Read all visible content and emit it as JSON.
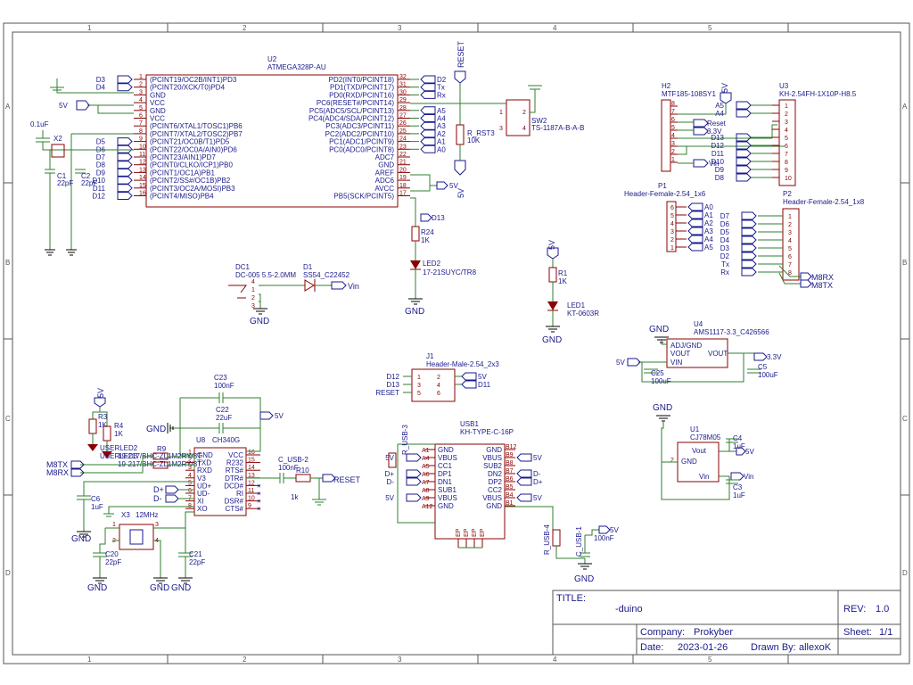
{
  "frame": {
    "cols": [
      "1",
      "2",
      "3",
      "4",
      "5"
    ],
    "rows": [
      "A",
      "B",
      "C",
      "D"
    ]
  },
  "u2": {
    "ref": "U2",
    "part": "ATMEGA328P-AU",
    "left_pins": [
      "(PCINT19/OC2B/INT1)PD3",
      "(PCINT20/XCK/T0)PD4",
      "GND",
      "VCC",
      "GND",
      "VCC",
      "(PCINT6/XTAL1/TOSC1)PB6",
      "(PCINT7/XTAL2/TOSC2)PB7",
      "(PCINT21/OC0B/T1)PD5",
      "(PCINT22/OC0A/AIN0)PD6",
      "(PCINT23/AIN1)PD7",
      "(PCINT0/CLKO/ICP1)PB0",
      "(PCINT1/OC1A)PB1",
      "(PCINT2/SS#/OC1B)PB2",
      "(PCINT3/OC2A/MOSI)PB3",
      "(PCINT4/MISO)PB4"
    ],
    "left_nums": [
      "1",
      "2",
      "3",
      "4",
      "5",
      "6",
      "7",
      "8",
      "9",
      "10",
      "11",
      "12",
      "13",
      "14",
      "15",
      "16"
    ],
    "left_nets": [
      "D3",
      "D4",
      "",
      "",
      "",
      "",
      "",
      "",
      "D5",
      "D6",
      "D7",
      "D8",
      "D9",
      "D10",
      "D11",
      "D12"
    ],
    "right_pins": [
      "PD2(INT0/PCINT18)",
      "PD1(TXD/PCINT17)",
      "PD0(RXD/PCINT16)",
      "PC6(RESET#/PCINT14)",
      "PC5(ADC5/SCL/PCINT13)",
      "PC4(ADC4/SDA/PCINT12)",
      "PC3(ADC3/PCINT11)",
      "PC2(ADC2/PCINT10)",
      "PC1(ADC1/PCINT9)",
      "PC0(ADC0/PCINT8)",
      "ADC7",
      "GND",
      "AREF",
      "ADC6",
      "AVCC",
      "PB5(SCK/PCINT5)"
    ],
    "right_nums": [
      "32",
      "31",
      "30",
      "29",
      "28",
      "27",
      "26",
      "25",
      "24",
      "23",
      "22",
      "21",
      "20",
      "19",
      "18",
      "17"
    ],
    "right_nets": [
      "D2",
      "Tx",
      "Rx",
      "",
      "A5",
      "A4",
      "A3",
      "A2",
      "A1",
      "A0",
      "",
      "",
      "",
      "",
      "",
      ""
    ]
  },
  "xtal": {
    "ref": "X2",
    "c1": "C1",
    "c1v": "22pF",
    "c2": "C2",
    "c2v": "22pF",
    "cap": "0.1uF",
    "v5": "5V"
  },
  "reset": {
    "net": "RESET",
    "r": "R_RST3",
    "rv": "10K",
    "v5": "5V",
    "sw": "SW2",
    "swp": "TS-1187A-B-A-B",
    "swpins": [
      "1",
      "2",
      "3",
      "4"
    ]
  },
  "aref": {
    "v5": "5V"
  },
  "led2": {
    "net": "D13",
    "r": "R24",
    "rv": "1K",
    "led": "LED2",
    "ledp": "17-21SUYC/TR8",
    "gnd": "GND"
  },
  "dc": {
    "ref": "DC1",
    "part": "DC-005 5.5-2.0MM",
    "d": "D1",
    "dp": "SS54_C22452",
    "vin": "Vin",
    "gnd": "GND",
    "pins": [
      "4",
      "1",
      "2",
      "3"
    ]
  },
  "led1": {
    "v5": "5V",
    "r": "R1",
    "rv": "1K",
    "led": "LED1",
    "ledp": "KT-0603R",
    "gnd": "GND"
  },
  "h2": {
    "ref": "H2",
    "part": "MTF185-108SY1",
    "pins": [
      "8",
      "7",
      "6",
      "5",
      "4",
      "3",
      "2",
      "1"
    ],
    "v5": "5V",
    "reset": "Reset",
    "v33": "3.3V",
    "vin": "Vin"
  },
  "u3": {
    "ref": "U3",
    "part": "KH-2.54FH-1X10P-H8.5",
    "pins": [
      "1",
      "2",
      "3",
      "4",
      "5",
      "6",
      "7",
      "8",
      "9",
      "10"
    ],
    "nets": [
      "A5",
      "A4",
      "",
      "",
      "D13",
      "D12",
      "D11",
      "D10",
      "D9",
      "D8"
    ]
  },
  "p1": {
    "ref": "P1",
    "part": "Header-Female-2.54_1x6",
    "pins": [
      "6",
      "5",
      "4",
      "3",
      "2",
      "1"
    ],
    "nets": [
      "A0",
      "A1",
      "A2",
      "A3",
      "A4",
      "A5"
    ]
  },
  "p2": {
    "ref": "P2",
    "part": "Header-Female-2.54_1x8",
    "pins": [
      "1",
      "2",
      "3",
      "4",
      "5",
      "6",
      "7",
      "8"
    ],
    "nets": [
      "D7",
      "D6",
      "D5",
      "D4",
      "D3",
      "D2",
      "Tx",
      "Rx"
    ],
    "m8rx": "M8RX",
    "m8tx": "M8TX"
  },
  "u4": {
    "ref": "U4",
    "part": "AMS1117-3.3_C426566",
    "gnd": "GND",
    "adj": "ADJ/GND",
    "vout": "VOUT",
    "vout2": "VOUT",
    "vin": "VIN",
    "v5": "5V",
    "v33": "3.3V",
    "c25": "C25",
    "c25v": "100uF",
    "c5": "C5",
    "c5v": "100uF"
  },
  "j1": {
    "ref": "J1",
    "part": "Header-Male-2.54_2x3",
    "left": [
      "D12",
      "D13",
      "RESET"
    ],
    "lnum": [
      "1",
      "3",
      "5"
    ],
    "rnum": [
      "2",
      "4",
      "6"
    ],
    "right": [
      "5V",
      "D11",
      ""
    ]
  },
  "u1": {
    "ref": "U1",
    "part": "CJ78M05",
    "gnd_top": "GND",
    "vout": "Vout",
    "vin": "Vin",
    "gndpin": "GND",
    "p2": "2",
    "v5": "5V",
    "vinnet": "Vin",
    "c3": "C3",
    "c3v": "1uF",
    "c4": "C4",
    "c4v": "1uF"
  },
  "usb": {
    "ref": "USB1",
    "part": "KH-TYPE-C-16P",
    "left": [
      "A1",
      "A4",
      "A5",
      "A6",
      "A7",
      "A8",
      "A9",
      "A12"
    ],
    "lname": [
      "GND",
      "VBUS",
      "CC1",
      "DP1",
      "DN1",
      "SUB1",
      "VBUS",
      "GND"
    ],
    "right": [
      "B12",
      "B9",
      "B8",
      "B7",
      "B6",
      "B5",
      "B4",
      "B1"
    ],
    "rname": [
      "GND",
      "VBUS",
      "SUB2",
      "DN2",
      "DP2",
      "CC2",
      "VBUS",
      "GND"
    ],
    "lnets": [
      "",
      "5V",
      "",
      "D+",
      "D-",
      "",
      "5V",
      ""
    ],
    "rnets": [
      "",
      "5V",
      "",
      "D-",
      "D+",
      "",
      "5V",
      ""
    ],
    "ep": [
      "EP",
      "EP",
      "EP",
      "EP"
    ],
    "r3": "R_USB-3",
    "v5": "5V",
    "v5b": "5V"
  },
  "ch340": {
    "ref": "U8",
    "part": "CH340G",
    "left": [
      "GND",
      "TXD",
      "RXD",
      "V3",
      "UD+",
      "UD-",
      "XI",
      "XO"
    ],
    "lnum": [
      "1",
      "2",
      "3",
      "4",
      "5",
      "6",
      "7",
      "8"
    ],
    "right": [
      "VCC",
      "R232",
      "RTS#",
      "DTR#",
      "DCD#",
      "RI",
      "DSR#",
      "CTS#"
    ],
    "rnum": [
      "16",
      "15",
      "14",
      "13",
      "12",
      "11",
      "10",
      "9"
    ],
    "c23": "C23",
    "c23v": "100nF",
    "c22": "C22",
    "c22v": "22uF",
    "v5": "5V",
    "gnd": "GND",
    "dplus": "D+",
    "dminus": "D-",
    "c6": "C6",
    "c6v": "1uF",
    "cusb2": "C_USB-2",
    "cusb2v": "100nF",
    "r10": "R10",
    "r10v": "1k",
    "reset": "RESET"
  },
  "userled": {
    "v5": "5V",
    "r3": "R3",
    "r3v": "1K",
    "r4": "R4",
    "r4v": "1K",
    "led_a": "USERLED2",
    "led_b": "USERLED3",
    "led_ap": "19-217/BHC-ZL1M2RY/3T",
    "led_bp": "19-217/BHC-ZL1M2RY/3T",
    "r9": "R9",
    "m8tx": "M8TX",
    "m8rx": "M8RX",
    "gnd": "GND"
  },
  "x3": {
    "ref": "X3",
    "part": "12MHz",
    "c20": "C20",
    "c20v": "22pF",
    "c21": "C21",
    "c21v": "22pF",
    "gnd": "GND",
    "pins": [
      "1",
      "2",
      "3",
      "4"
    ]
  },
  "usb_prot": {
    "r4": "R_USB-4",
    "c1": "C_USB-1",
    "c1v": "100nF",
    "v5": "5V",
    "gnd": "GND"
  },
  "title_block": {
    "title_label": "TITLE:",
    "title": "-duino",
    "rev_label": "REV:",
    "rev": "1.0",
    "company_label": "Company:",
    "company": "Prokyber",
    "sheet_label": "Sheet:",
    "sheet": "1/1",
    "date_label": "Date:",
    "date": "2023-01-26",
    "drawn_label": "Drawn By:",
    "drawn": "allexoK"
  }
}
